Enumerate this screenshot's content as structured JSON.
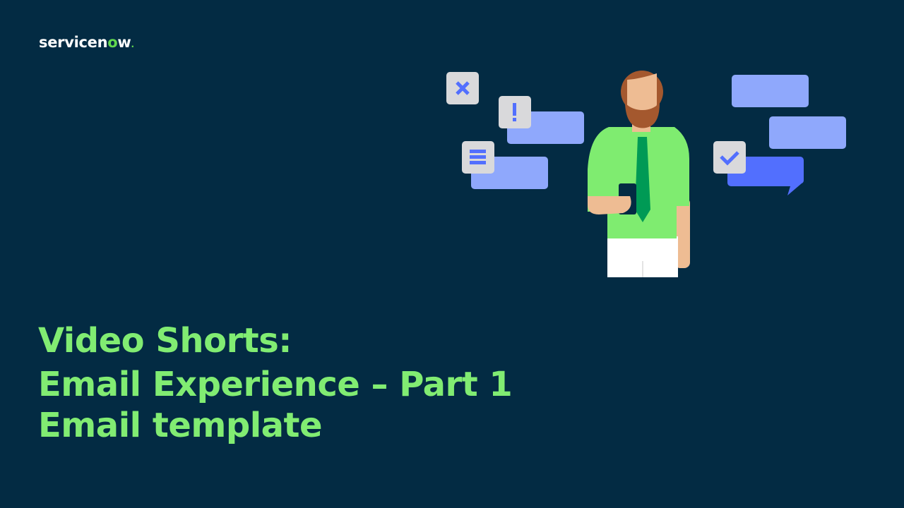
{
  "brand": {
    "name_prefix": "servicen",
    "name_o": "o",
    "name_suffix": "w",
    "mark": "."
  },
  "title": {
    "line1": "Video Shorts:",
    "line2": "Email Experience – Part 1",
    "line3": "Email template"
  },
  "illustration": {
    "icons": [
      "close-icon",
      "exclamation-icon",
      "list-icon",
      "check-icon"
    ],
    "figure": "man-with-phone"
  },
  "colors": {
    "background": "#032b43",
    "title_green": "#81ec72",
    "bubble_light": "#8fa8fc",
    "bubble_dark": "#526ffe",
    "icon_tile": "#d9d9db",
    "shirt": "#7fec70",
    "tie": "#009a55"
  }
}
